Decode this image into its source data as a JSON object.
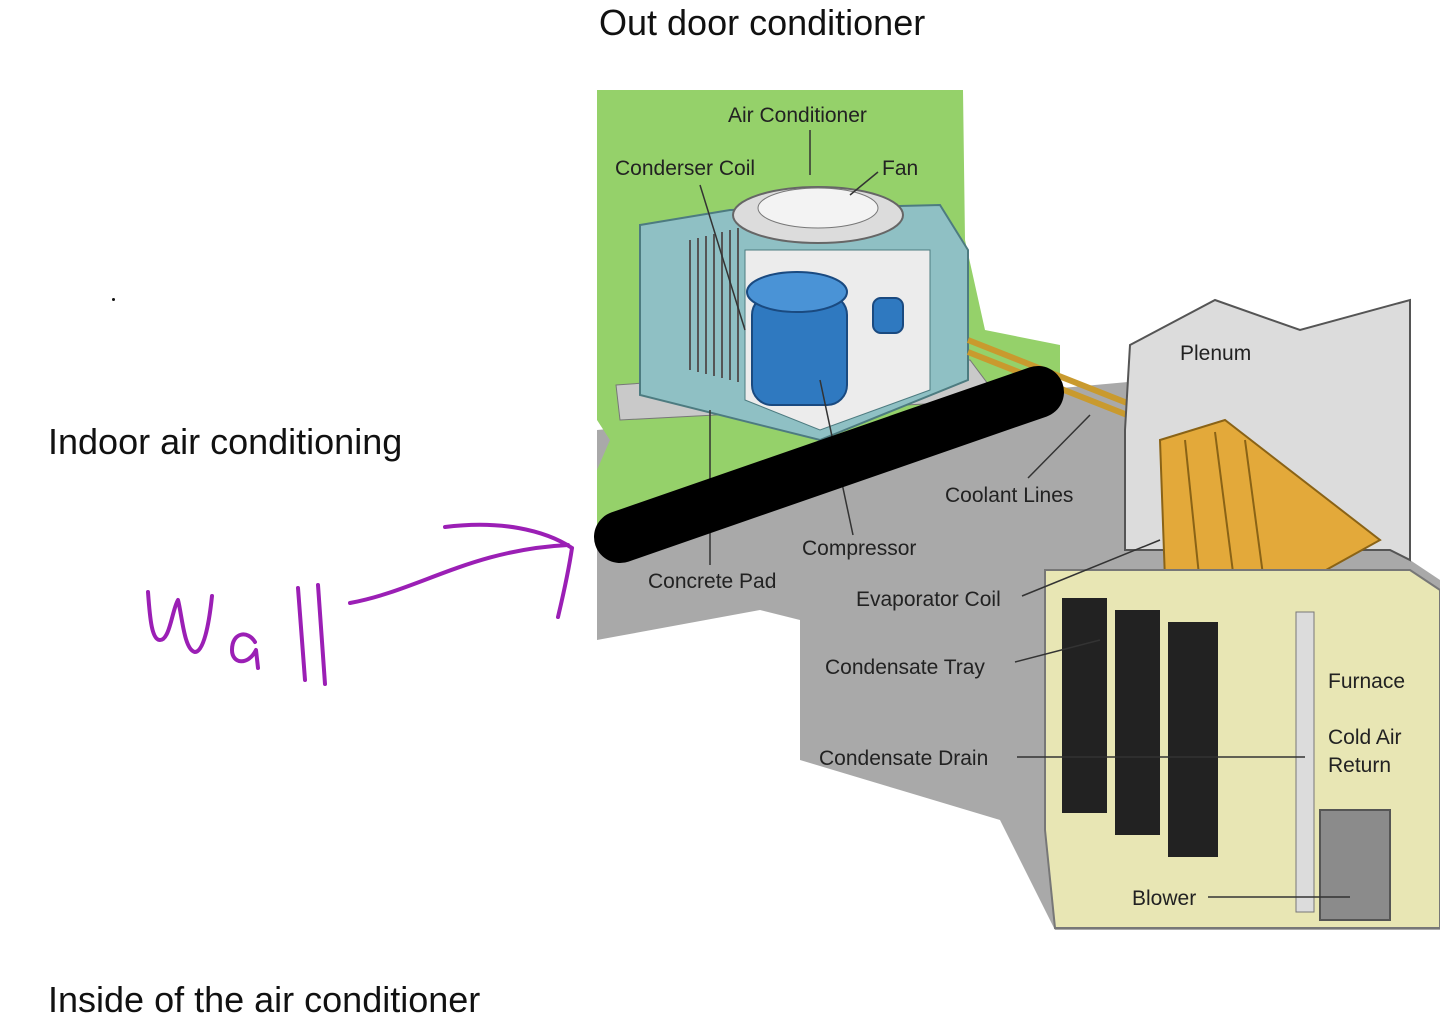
{
  "annotations": {
    "outdoor_title": "Out door conditioner",
    "indoor_title": "Indoor air conditioning",
    "inside_title": "Inside of the air conditioner",
    "wall_handwriting": "Wall"
  },
  "diagram": {
    "labels": {
      "air_conditioner": "Air Conditioner",
      "condenser_coil": "Conderser Coil",
      "fan": "Fan",
      "plenum": "Plenum",
      "coolant_lines": "Coolant Lines",
      "compressor": "Compressor",
      "concrete_pad": "Concrete Pad",
      "evaporator_coil": "Evaporator Coil",
      "condensate_tray": "Condensate Tray",
      "condensate_drain": "Condensate Drain",
      "furnace": "Furnace",
      "cold_air_return_1": "Cold Air",
      "cold_air_return_2": "Return",
      "blower": "Blower"
    },
    "colors": {
      "outdoor_bg": "#95d16a",
      "floor": "#a9a9a9",
      "unit_teal": "#8fc0c4",
      "compressor_blue": "#2f79c0",
      "furnace_cream": "#e8e6b4",
      "coil_gold": "#e3a93a",
      "wall_marker": "#000000",
      "handwriting_purple": "#9b1fb5"
    }
  }
}
